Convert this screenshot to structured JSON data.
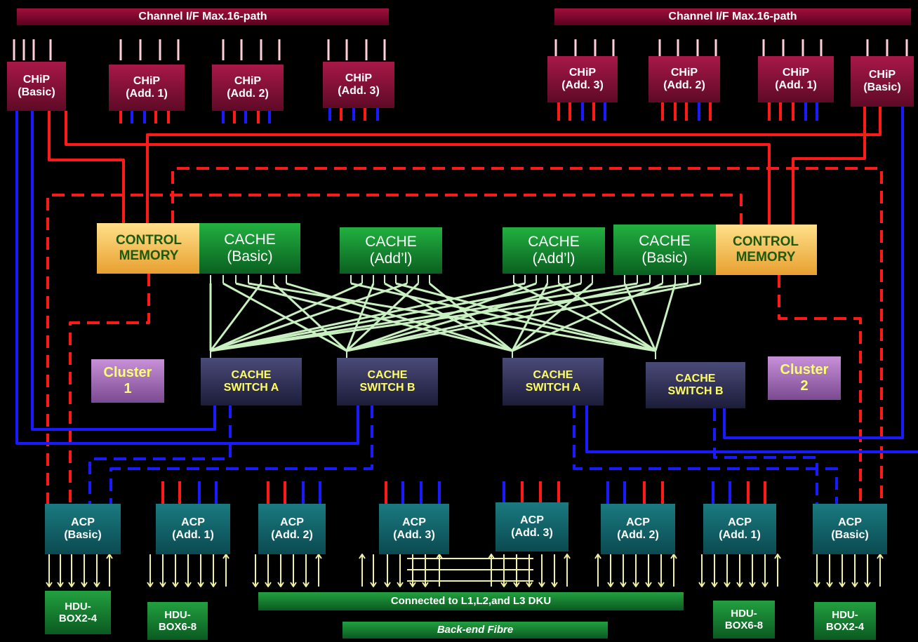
{
  "banners": {
    "left": "Channel I/F  Max.16-path",
    "right": "Channel I/F  Max.16-path"
  },
  "chip": {
    "name": "CHiP",
    "left": [
      "(Basic)",
      "(Add. 1)",
      "(Add. 2)",
      "(Add. 3)"
    ],
    "right": [
      "(Add. 3)",
      "(Add. 2)",
      "(Add. 1)",
      "(Basic)"
    ]
  },
  "control_memory": {
    "line1": "CONTROL",
    "line2": "MEMORY"
  },
  "cache": {
    "name": "CACHE",
    "basic": "(Basic)",
    "addl": "(Add’l)"
  },
  "cache_switch": {
    "line1": "CACHE",
    "a": "SWITCH A",
    "b": "SWITCH B"
  },
  "cluster": {
    "label": "Cluster",
    "one": "1",
    "two": "2"
  },
  "acp": {
    "name": "ACP",
    "labels": [
      "(Basic)",
      "(Add. 1)",
      "(Add. 2)",
      "(Add. 3)",
      "(Add. 3)",
      "(Add. 2)",
      "(Add. 1)",
      "(Basic)"
    ]
  },
  "hdu": {
    "prefix": "HDU-",
    "box24": "BOX2-4",
    "box68": "BOX6-8"
  },
  "bottom": {
    "connected": "Connected to L1,L2,and L3 DKU",
    "backend": "Back-end Fibre"
  },
  "colors": {
    "red_path": "#ff1a1a",
    "blue_path": "#1a1aff",
    "switch_wire": "#c8f0c0",
    "arrow": "#f0f0a0"
  }
}
